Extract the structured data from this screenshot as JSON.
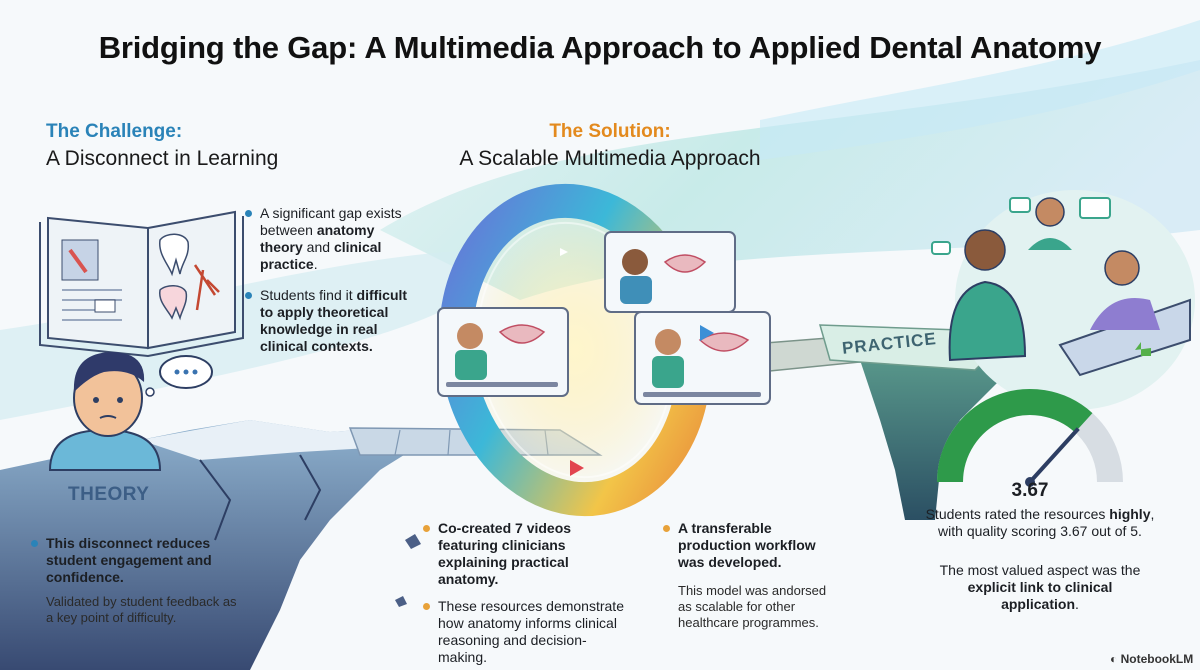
{
  "title": "Bridging the Gap: A Multimedia Approach to Applied Dental Anatomy",
  "challenge": {
    "heading": "The Challenge:",
    "subheading": "A Disconnect in Learning",
    "bullet1": [
      "A significant gap exists between ",
      "anatomy theory",
      " and ",
      "clinical practice",
      "."
    ],
    "bullet2": [
      "Students find it ",
      "difficult",
      " to apply theoretical knowledge in real clinical contexts."
    ],
    "theory_label": "THEORY",
    "bullet3": "This disconnect reduces student engagement and confidence.",
    "note": "Validated by student feedback as a key point of difficulty."
  },
  "solution": {
    "heading": "The Solution:",
    "subheading": "A Scalable Multimedia Approach",
    "bullet1": "Co-created 7 videos featuring clinicians explaining practical anatomy.",
    "note1": "These resources demonstrate how anatomy informs clinical reasoning and decision-making.",
    "bullet2": "A transferable production workflow was developed.",
    "note2": "This model was andorsed as scalable for other healthcare programmes."
  },
  "practice": {
    "label": "PRACTICE",
    "gauge": {
      "value": "3.67",
      "score": 3.67,
      "max": 5
    },
    "rating_text": [
      "Students rated the resources ",
      "highly",
      ", with quality scoring 3.67 out of 5."
    ],
    "valued_text": [
      "The most valued aspect was the ",
      "explicit link to clinical application",
      "."
    ]
  },
  "footer": {
    "brand": "NotebookLM"
  },
  "colors": {
    "accent_blue": "#2a83b8",
    "accent_orange": "#e38a1e",
    "teal": "#3aa58c",
    "cliff": "#4b5f86",
    "gauge_green": "#2e9a4a"
  }
}
